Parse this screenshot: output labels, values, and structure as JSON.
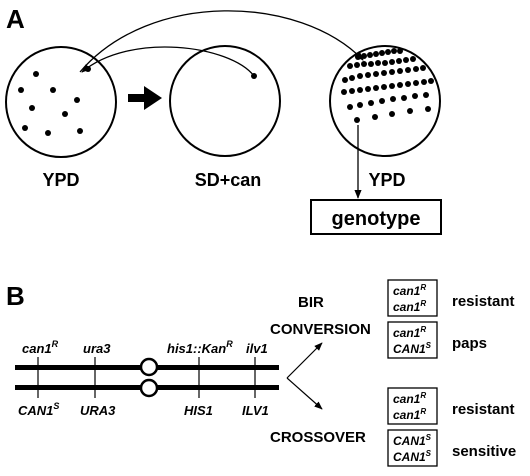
{
  "panel_a": {
    "label": "A",
    "plates": [
      {
        "caption": "YPD"
      },
      {
        "caption": "SD+can"
      },
      {
        "caption": "YPD"
      }
    ],
    "result_box": "genotype"
  },
  "panel_b": {
    "label": "B",
    "top_loci": {
      "can1": "can1",
      "can1_sup": "R",
      "ura3": "ura3",
      "his1kan": "his1::Kan",
      "his1kan_sup": "R",
      "ilv1": "ilv1"
    },
    "bottom_loci": {
      "CAN1": "CAN1",
      "CAN1_sup": "S",
      "URA3": "URA3",
      "HIS1": "HIS1",
      "ILV1": "ILV1"
    },
    "outcomes": {
      "bir": "BIR",
      "conversion": "CONVERSION",
      "crossover": "CROSSOVER"
    },
    "genotype_boxes": [
      {
        "line1": "can1",
        "sup1": "R",
        "line2": "can1",
        "sup2": "R",
        "phenotype": "resistant"
      },
      {
        "line1": "can1",
        "sup1": "R",
        "line2": "CAN1",
        "sup2": "S",
        "phenotype": "paps"
      },
      {
        "line1": "can1",
        "sup1": "R",
        "line2": "can1",
        "sup2": "R",
        "phenotype": "resistant"
      },
      {
        "line1": "CAN1",
        "sup1": "S",
        "line2": "CAN1",
        "sup2": "S",
        "phenotype": "sensitive"
      }
    ]
  }
}
